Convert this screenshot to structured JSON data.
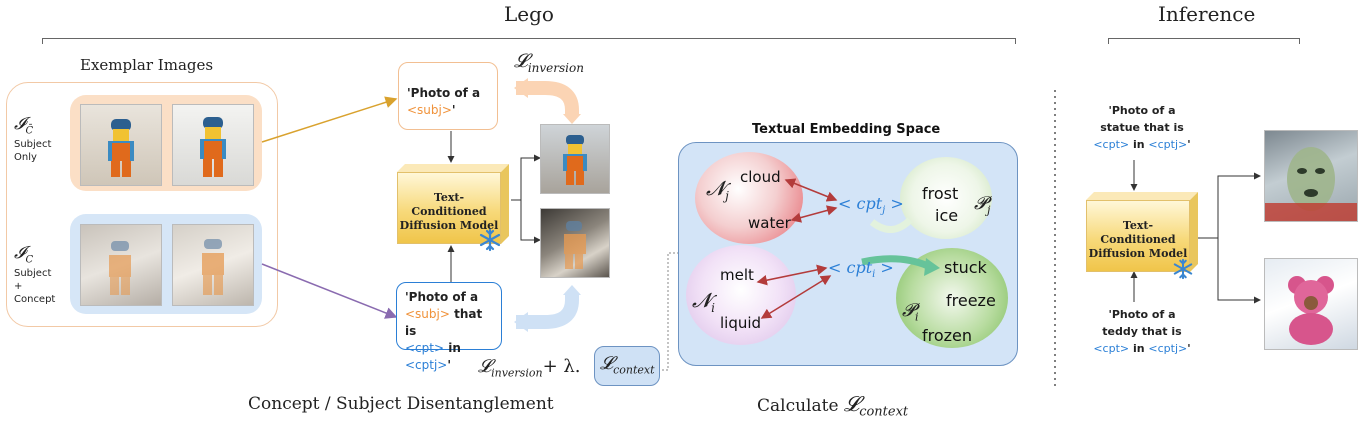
{
  "section_titles": {
    "lego": "Lego",
    "inference": "Inference",
    "disentangle": "Concept / Subject Disentanglement",
    "calculate": "Calculate"
  },
  "exemplar": {
    "title": "Exemplar Images",
    "row1_symbol": "𝓘",
    "row1_sub": "C̄",
    "row1_label": "Subject Only",
    "row2_symbol": "𝓘",
    "row2_sub": "C",
    "row2_label": "Subject + Concept"
  },
  "prompts": {
    "top_pre": "'Photo of a",
    "top_tok": "<subj>",
    "top_post": "'",
    "bottom_pre": "'Photo of a",
    "bottom_mid": "that is",
    "bottom_tok_subj": "<subj>",
    "bottom_tok_cpt": "<cpt>",
    "bottom_in": "in",
    "bottom_tok_cptj": "<cptj>",
    "bottom_post": "'"
  },
  "model": {
    "label": "Text-Conditioned Diffusion Model",
    "frozen_icon": "snowflake-icon"
  },
  "losses": {
    "inversion": "𝓛",
    "inversion_sub": "inversion",
    "combined_plus": "+ λ.",
    "context": "𝓛",
    "context_sub": "context"
  },
  "embedding_space": {
    "title": "Textual Embedding Space",
    "nj_label": "𝓝",
    "nj_sub": "j",
    "nj_words": [
      "cloud",
      "water"
    ],
    "pj_label": "𝓟",
    "pj_sub": "j",
    "pj_words": [
      "frost",
      "ice"
    ],
    "cptj": "< cpt",
    "cptj_sub": "j",
    "cptj_close": " >",
    "ni_label": "𝓝",
    "ni_sub": "i",
    "ni_words": [
      "melt",
      "liquid"
    ],
    "pi_label": "𝓟",
    "pi_sub": "i",
    "pi_words": [
      "stuck",
      "freeze",
      "frozen"
    ],
    "cpti": "< cpt",
    "cpti_sub": "i",
    "cpti_close": " >"
  },
  "inference": {
    "prompt1_lines": [
      "'Photo of a",
      "statue that is"
    ],
    "prompt2_lines": [
      "'Photo of a",
      "teddy that is"
    ],
    "tok_cpt": "<cpt>",
    "tok_in": "in",
    "tok_cptj": "<cptj>",
    "tok_end": "'",
    "model_label": "Text-Conditioned Diffusion Model"
  },
  "colors": {
    "peach": "#fbdfc6",
    "light_blue": "#d6e6f7",
    "space_blue": "#d3e4f7",
    "orange_token": "#f0923a",
    "blue_token": "#2b7fd6",
    "gold_arrow": "#d9a22e",
    "purple_arrow": "#8a6bb0",
    "red_arrow": "#b33b3b"
  }
}
